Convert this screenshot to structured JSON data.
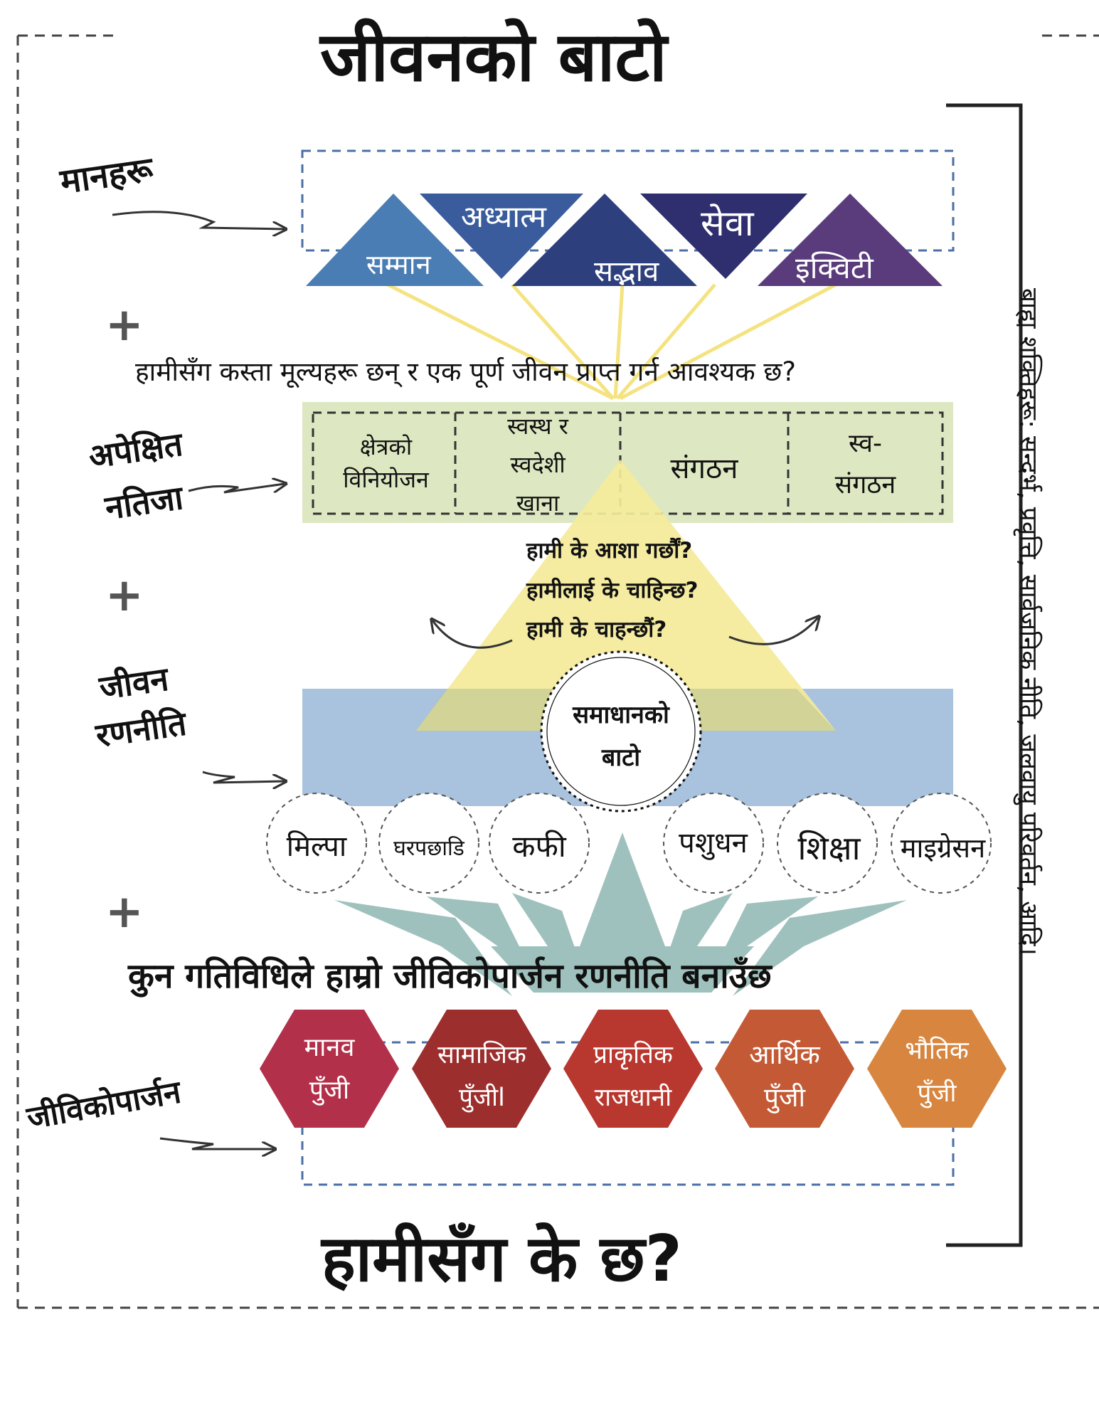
{
  "title": "जीवनको बाटो",
  "bottom_question": "हामीसँग के छ?",
  "plus_sign": "+",
  "side_labels": {
    "values": "मानहरू",
    "outcomes": [
      "अपेक्षित",
      "नतिजा"
    ],
    "strategy": [
      "जीवन",
      "रणनीति"
    ],
    "livelihood": "जीविकोपार्जन"
  },
  "values_row": {
    "up": [
      "सम्मान",
      "सद्भाव",
      "इक्विटी"
    ],
    "down": [
      "अध्यात्म",
      "सेवा"
    ],
    "colors": [
      "#4a7db3",
      "#3a5c9c",
      "#2e3f7e",
      "#2f2e6e",
      "#5a3b7c"
    ]
  },
  "values_question": "हामीसँग कस्ता मूल्यहरू छन् र एक पूर्ण जीवन प्राप्त गर्न आवश्यक छ?",
  "outcomes_row": [
    [
      "क्षेत्रको",
      "विनियोजन"
    ],
    [
      "स्वस्थ र",
      "स्वदेशी",
      "खाना"
    ],
    [
      "संगठन"
    ],
    [
      "स्व-",
      "संगठन"
    ]
  ],
  "pyramid_questions": [
    "हामी के आशा गर्छौं?",
    "हामीलाई के चाहिन्छ?",
    "हामी के चाहन्छौं?"
  ],
  "solution_path": [
    "समाधानको",
    "बाटो"
  ],
  "strategy_circles": [
    "मिल्पा",
    "घरपछाडि",
    "कफी",
    "पशुधन",
    "शिक्षा",
    "माइग्रेसन"
  ],
  "activities_question": "कुन गतिविधिले हाम्रो जीविकोपार्जन रणनीति बनाउँछ",
  "capitals": [
    {
      "lines": [
        "मानव",
        "पुँजी"
      ],
      "color": "#b3304a"
    },
    {
      "lines": [
        "सामाजिक",
        "पुँजीl"
      ],
      "color": "#9c2f2e"
    },
    {
      "lines": [
        "प्राकृतिक",
        "राजधानी"
      ],
      "color": "#b8382f"
    },
    {
      "lines": [
        "आर्थिक",
        "पुँजी"
      ],
      "color": "#c45a35"
    },
    {
      "lines": [
        "भौतिक",
        "पुँजी"
      ],
      "color": "#d8863f"
    }
  ],
  "external_forces": "बाह्य शक्तिहरू: सन्दर्भ, प्रवृत्ति, सार्वजनिक नीति, जलवायु परिवर्तन, आदि।",
  "colors": {
    "outcomes_band": "#dde8c2",
    "strategy_band": "#a9c3de",
    "pyramid": "#f4ea9a",
    "lotus": "#8fb7b2"
  }
}
